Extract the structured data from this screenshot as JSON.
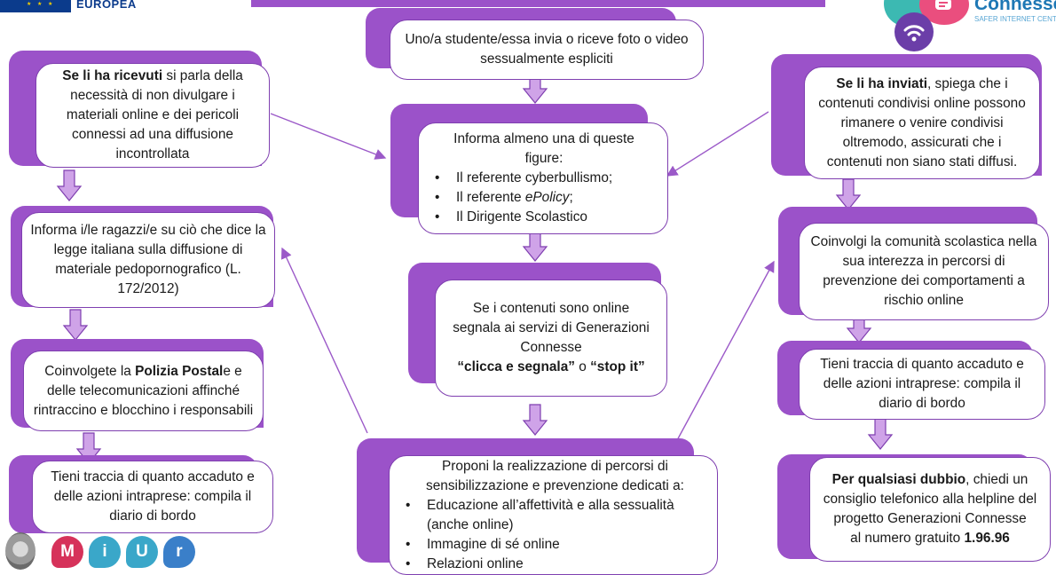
{
  "header": {
    "eu_text": "EUROPEA",
    "gc_title": "Connesse",
    "gc_subtitle": "SAFER INTERNET CENTRE"
  },
  "center": {
    "box1": "Uno/a studente/essa  invia o riceve foto o video sessualmente espliciti",
    "box2_intro": "Informa almeno una di queste figure:",
    "box2_items": [
      "Il referente cyberbullismo;",
      "Il referente ",
      "Il Dirigente Scolastico"
    ],
    "box2_item2_italic": "ePolicy",
    "box2_item2_end": ";",
    "box3_line1": "Se i contenuti sono online segnala ai servizi di  Generazioni Connesse",
    "box3_bold1": "“clicca e segnala”",
    "box3_mid": " o ",
    "box3_bold2": "“stop it”",
    "box4_intro": "Proponi la realizzazione di percorsi di sensibilizzazione  e prevenzione dedicati a:",
    "box4_items": [
      "Educazione all’affettività e alla sessualità (anche online)",
      "Immagine di sé online",
      "Relazioni online"
    ]
  },
  "left": {
    "box1_bold": "Se li ha ricevuti",
    "box1_text": " si parla della necessità di non divulgare i materiali online e dei pericoli connessi ad una diffusione incontrollata",
    "box2": "Informa i/le ragazzi/e su ciò che dice la legge italiana sulla diffusione di materiale pedopornografico (L. 172/2012)",
    "box3_a": "Coinvolgete la ",
    "box3_bold": "Polizia Postal",
    "box3_b": "e e delle telecomunicazioni affinché rintraccino e blocchino i responsabili",
    "box4": "Tieni traccia di quanto accaduto e delle azioni intraprese: compila il diario di bordo"
  },
  "right": {
    "box1_bold": "Se li ha inviati",
    "box1_text": ", spiega che i contenuti condivisi online possono rimanere o venire condivisi oltremodo, assicurati che i contenuti non siano stati diffusi.",
    "box2": "Coinvolgi la comunità scolastica nella sua interezza in percorsi di prevenzione dei comportamenti a rischio online",
    "box3": "Tieni traccia di quanto accaduto e delle azioni intraprese: compila il diario di bordo",
    "box4_bold": "Per qualsiasi dubbio",
    "box4_text": ", chiedi un consiglio telefonico alla helpline  del progetto Generazioni Connesse",
    "box4_number_prefix": "al numero gratuito ",
    "box4_number": "1.96.96"
  },
  "footer": {
    "miur_letters": [
      "M",
      "i",
      "U",
      "r"
    ]
  },
  "colors": {
    "purple": "#9b52c9",
    "border": "#7f3fb0",
    "arrow_fill": "#cfa3e8",
    "line": "#9b59c8"
  }
}
